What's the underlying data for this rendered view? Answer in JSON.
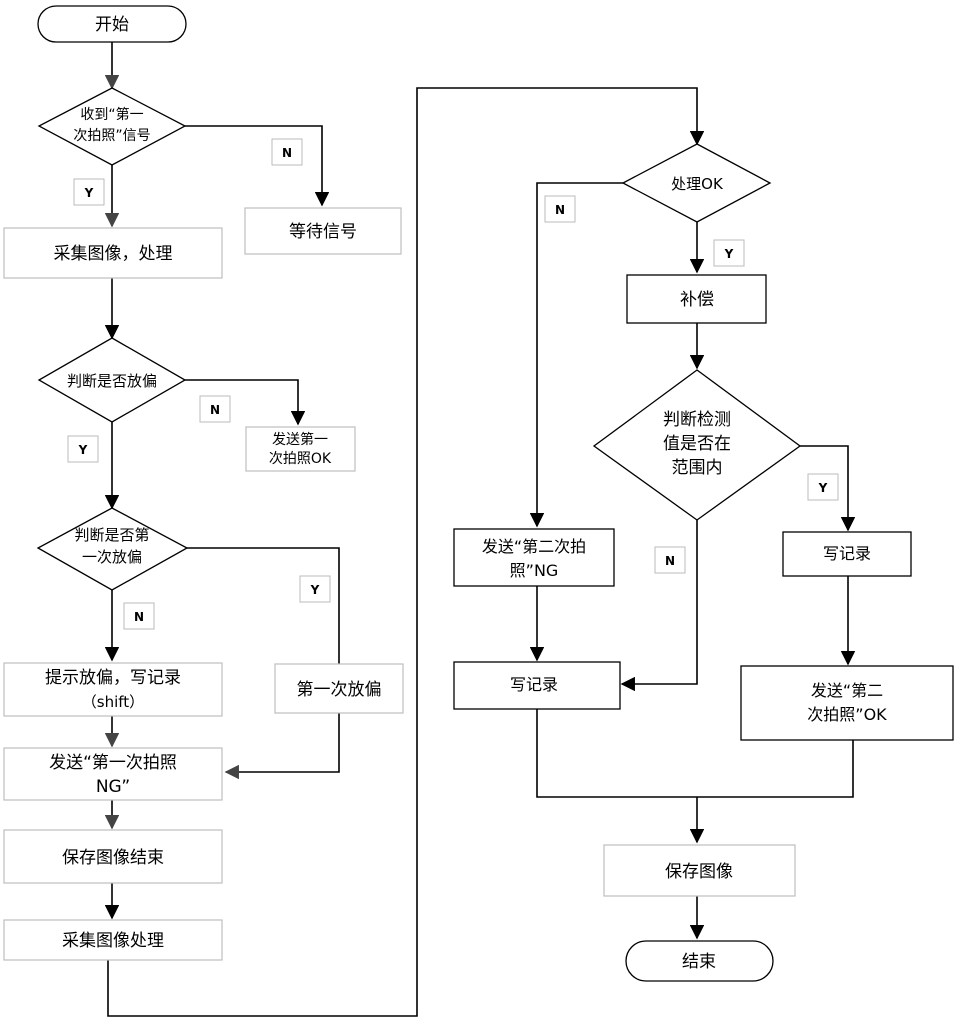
{
  "nodes": {
    "start": "开始",
    "d_first_photo": [
      "收到“第一",
      "次拍照”信号"
    ],
    "wait_signal": "等待信号",
    "capture_process": "采集图像，处理",
    "d_offset": "判断是否放偏",
    "send_first_ok": [
      "发送第一",
      "次拍照OK"
    ],
    "d_first_offset": [
      "判断是否第",
      "一次放偏"
    ],
    "prompt_offset": [
      "提示放偏，写记录",
      "（shift）"
    ],
    "first_offset": "第一次放偏",
    "send_first_ng": [
      "发送“第一次拍照",
      "NG”"
    ],
    "save_end": "保存图像结束",
    "capture_process2": "采集图像处理",
    "d_process_ok": "处理OK",
    "compensate": "补偿",
    "d_in_range": [
      "判断检测",
      "值是否在",
      "范围内"
    ],
    "send_second_ng": [
      "发送“第二次拍",
      "照”NG"
    ],
    "write_record_left": "写记录",
    "write_record_right": "写记录",
    "send_second_ok": [
      "发送“第二",
      "次拍照”OK"
    ],
    "save_image": "保存图像",
    "end": "结束"
  },
  "labels": {
    "yes": "Y",
    "no": "N"
  }
}
